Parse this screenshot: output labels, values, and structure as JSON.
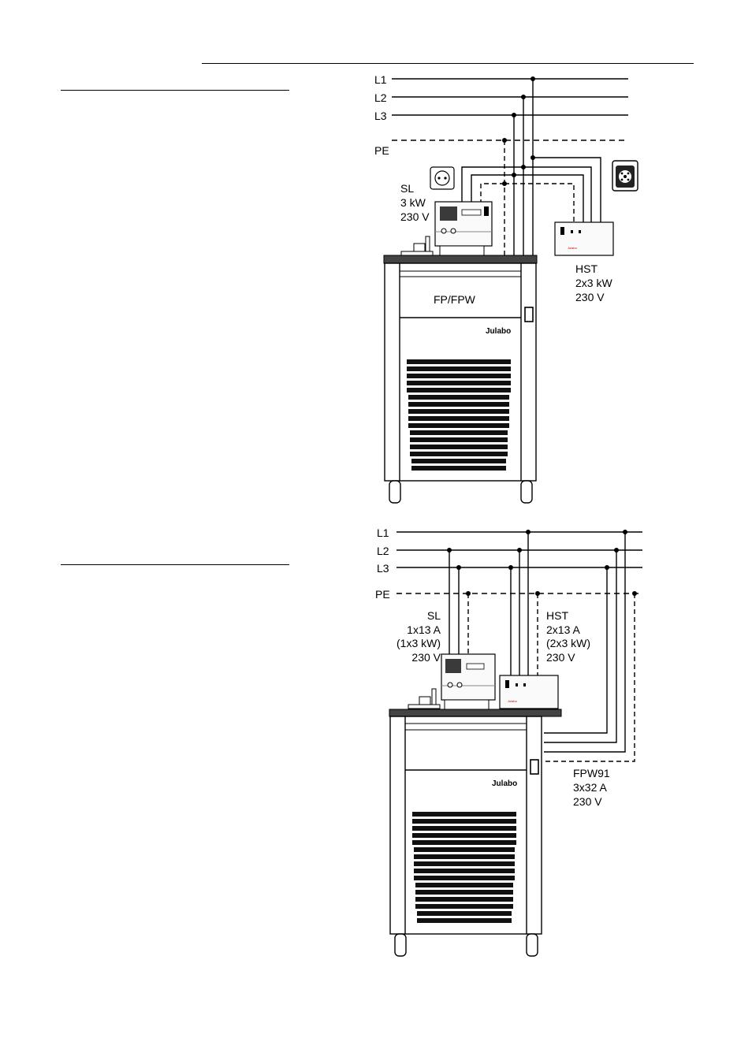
{
  "diagram1": {
    "lines": {
      "l1": "L1",
      "l2": "L2",
      "l3": "L3",
      "pe": "PE"
    },
    "sl_label": [
      "SL",
      "3 kW",
      "230 V"
    ],
    "hst_label": [
      "HST",
      "2x3 kW",
      "230 V"
    ],
    "chiller_label": "FP/FPW",
    "brand": "Julabo"
  },
  "diagram2": {
    "lines": {
      "l1": "L1",
      "l2": "L2",
      "l3": "L3",
      "pe": "PE"
    },
    "sl_label": [
      "SL",
      "1x13 A",
      "(1x3 kW)",
      "230 V"
    ],
    "hst_label": [
      "HST",
      "2x13 A",
      "(2x3 kW)",
      "230 V"
    ],
    "fpw_label": [
      "FPW91",
      "3x32 A",
      "230 V"
    ],
    "brand": "Julabo"
  }
}
